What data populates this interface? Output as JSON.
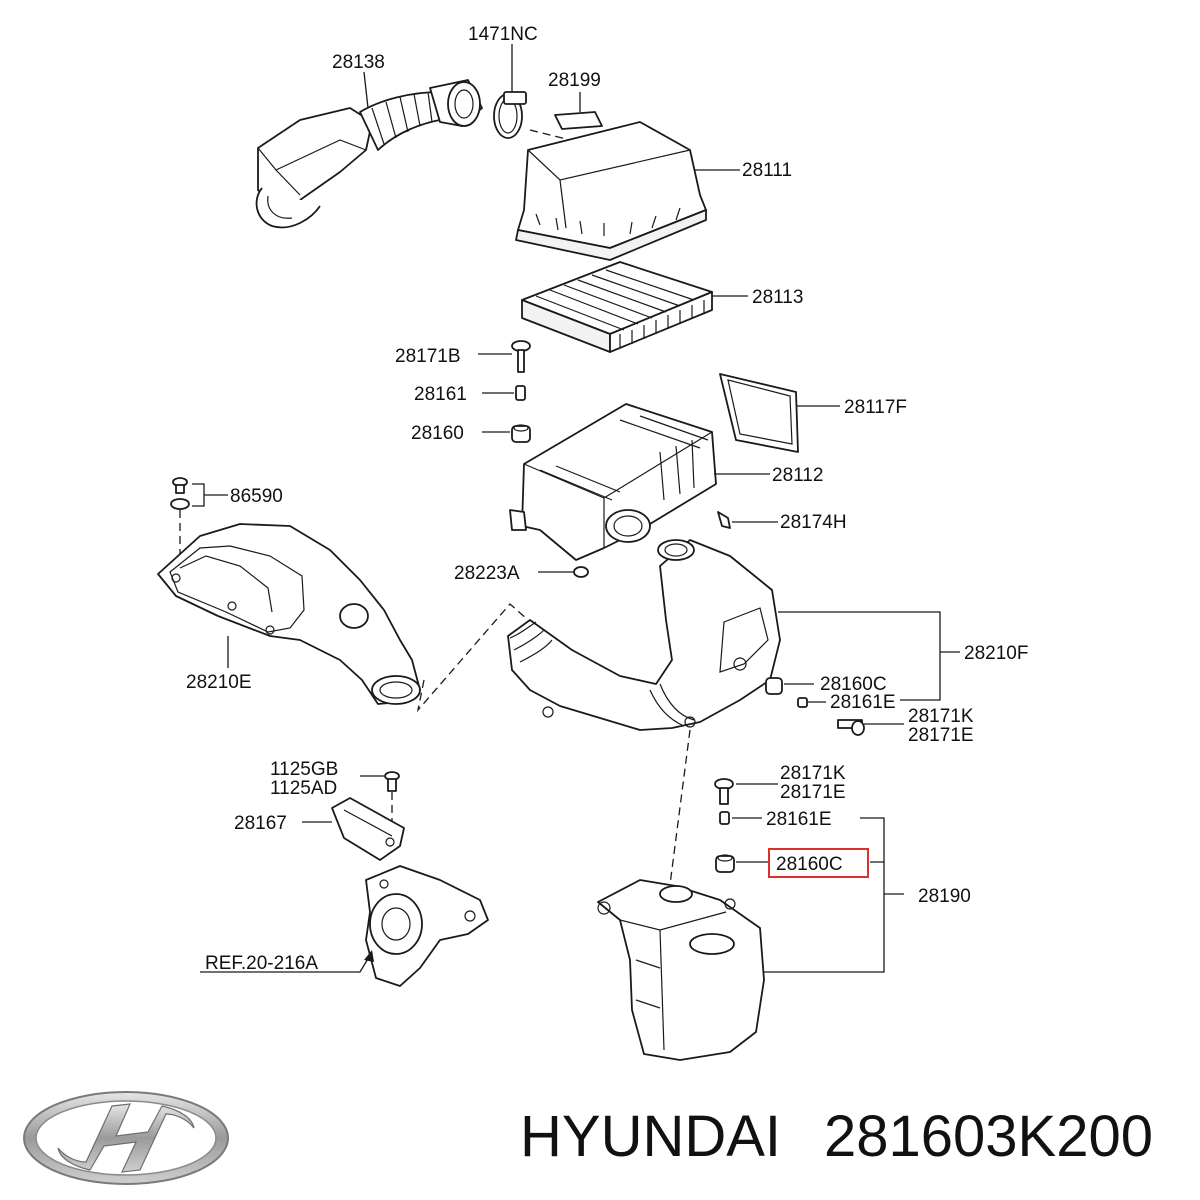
{
  "labels": {
    "p1471NC": "1471NC",
    "p28138": "28138",
    "p28199": "28199",
    "p28111": "28111",
    "p28113": "28113",
    "p28171B": "28171B",
    "p28161": "28161",
    "p28160": "28160",
    "p28117F": "28117F",
    "p28112": "28112",
    "p86590": "86590",
    "p28174H": "28174H",
    "p28223A": "28223A",
    "p28210F": "28210F",
    "p28210E": "28210E",
    "p28160C_a": "28160C",
    "p28161E_a": "28161E",
    "p28171K_a": "28171K",
    "p28171E_a": "28171E",
    "p1125GB": "1125GB",
    "p1125AD": "1125AD",
    "p28167": "28167",
    "p28171K_b": "28171K",
    "p28171E_b": "28171E",
    "p28161E_b": "28161E",
    "p28160C_b": "28160C",
    "p28190": "28190",
    "pREF": "REF.20-216A"
  },
  "footer": {
    "brand": "HYUNDAI",
    "part_number": "281603K200"
  },
  "highlight_color": "#d9312b",
  "logo_icon": "hyundai-logo"
}
